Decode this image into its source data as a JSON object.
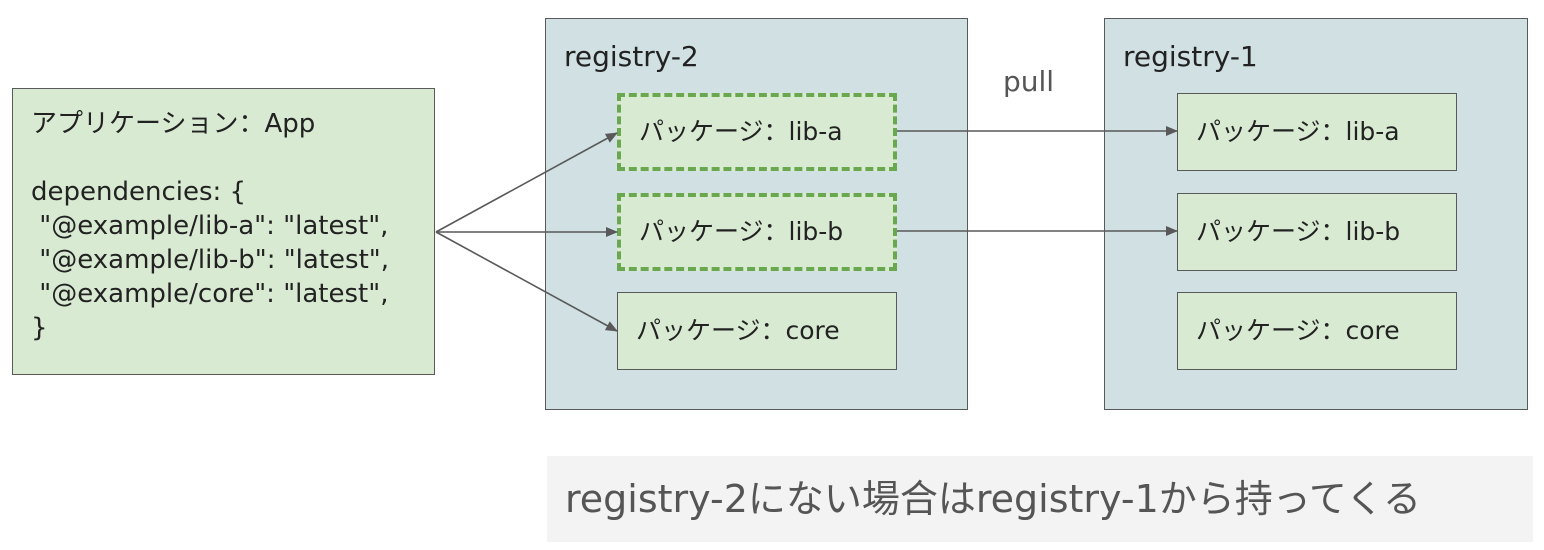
{
  "app": {
    "title": "アプリケーション：App",
    "dependency_lines": [
      "dependencies: {",
      " \"@example/lib-a\": \"latest\",",
      " \"@example/lib-b\": \"latest\",",
      " \"@example/core\": \"latest\",",
      "}"
    ]
  },
  "registry_2": {
    "label": "registry-2",
    "packages": [
      "パッケージ：lib-a",
      "パッケージ：lib-b",
      "パッケージ：core"
    ]
  },
  "registry_1": {
    "label": "registry-1",
    "packages": [
      "パッケージ：lib-a",
      "パッケージ：lib-b",
      "パッケージ：core"
    ]
  },
  "edge_label": "pull",
  "caption": "registry-2にない場合はregistry-1から持ってくる",
  "colors": {
    "app_fill": "#d9ead3",
    "registry_fill": "#d0e0e3",
    "package_fill": "#d9ead3",
    "dashed_border": "#6aa84f",
    "line": "#595959",
    "caption_fill": "#f3f3f3"
  }
}
